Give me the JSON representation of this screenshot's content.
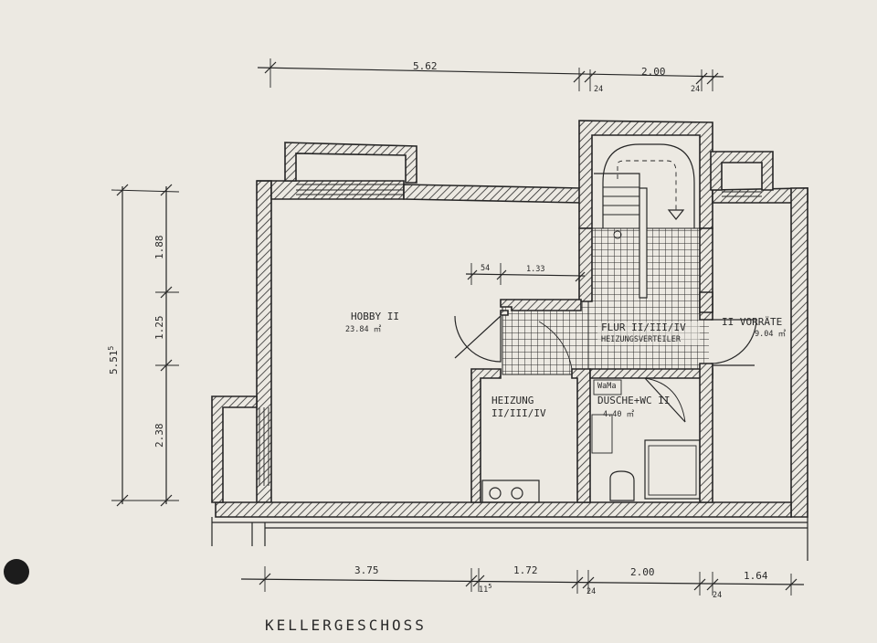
{
  "plan_title": "KELLERGESCHOSS",
  "rooms": {
    "hobby": {
      "name": "HOBBY II",
      "area": "23.84 ㎡"
    },
    "flur": {
      "name": "FLUR II/III/IV",
      "sub": "HEIZUNGSVERTEILER"
    },
    "vorraete": {
      "name": "II VORRÄTE",
      "area": "9.04 ㎡"
    },
    "heizung": {
      "name_line1": "HEIZUNG",
      "name_line2": "II/III/IV"
    },
    "dusche": {
      "name": "DUSCHE+WC II",
      "area": "4.40 ㎡",
      "fixture_label": "WaMa"
    }
  },
  "dimensions": {
    "top": {
      "d1": "5.62",
      "d2": "2.00",
      "wall_a": "24",
      "wall_b": "24"
    },
    "left": {
      "total": "5.51",
      "total_sup": "5",
      "seg1": "1.88",
      "seg2": "1.25",
      "seg3": "2.38"
    },
    "inner": {
      "a": "54",
      "b": "1.33"
    },
    "bottom": {
      "d1": "3.75",
      "d2": "1.72",
      "d3": "2.00",
      "d4": "1.64",
      "wall_a": "11",
      "wall_a_sup": "5",
      "wall_b": "24",
      "wall_c": "24"
    }
  }
}
